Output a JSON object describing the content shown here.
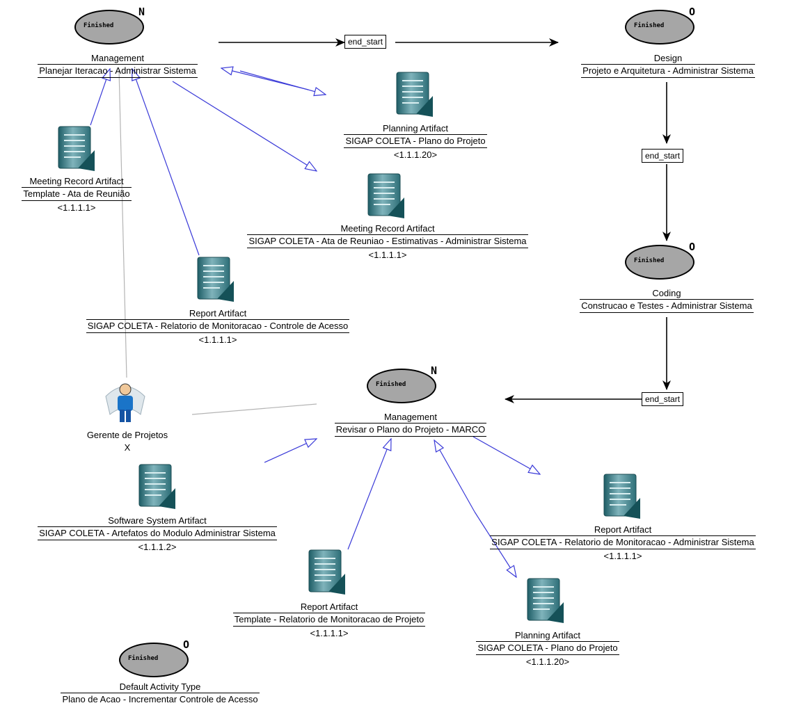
{
  "activities": [
    {
      "id": "a1",
      "status": "Finished",
      "flag": "N",
      "type": "Management",
      "name": "Planejar Iteracao - Administrar Sistema"
    },
    {
      "id": "a2",
      "status": "Finished",
      "flag": "O",
      "type": "Design",
      "name": "Projeto e Arquitetura - Administrar Sistema"
    },
    {
      "id": "a3",
      "status": "Finished",
      "flag": "O",
      "type": "Coding",
      "name": "Construcao e Testes - Administrar Sistema"
    },
    {
      "id": "a4",
      "status": "Finished",
      "flag": "N",
      "type": "Management",
      "name": "Revisar o Plano do Projeto - MARCO"
    },
    {
      "id": "a5",
      "status": "Finished",
      "flag": "O",
      "type": "Default Activity Type",
      "name": "Plano de Acao - Incrementar Controle de Acesso"
    }
  ],
  "artifacts": [
    {
      "id": "f1",
      "type": "Meeting Record Artifact",
      "name": "Template - Ata de Reunião",
      "version": "<1.1.1.1>"
    },
    {
      "id": "f2",
      "type": "Planning Artifact",
      "name": "SIGAP COLETA - Plano do Projeto",
      "version": "<1.1.1.20>"
    },
    {
      "id": "f3",
      "type": "Meeting Record Artifact",
      "name": "SIGAP COLETA - Ata de Reuniao - Estimativas - Administrar Sistema",
      "version": "<1.1.1.1>"
    },
    {
      "id": "f4",
      "type": "Report Artifact",
      "name": "SIGAP COLETA - Relatorio de Monitoracao - Controle de Acesso",
      "version": "<1.1.1.1>"
    },
    {
      "id": "f5",
      "type": "Software System Artifact",
      "name": "SIGAP COLETA - Artefatos do Modulo Administrar Sistema",
      "version": "<1.1.1.2>"
    },
    {
      "id": "f6",
      "type": "Report Artifact",
      "name": "Template - Relatorio de Monitoracao de Projeto",
      "version": "<1.1.1.1>"
    },
    {
      "id": "f7",
      "type": "Report Artifact",
      "name": "SIGAP COLETA - Relatorio de Monitoracao - Administrar Sistema",
      "version": "<1.1.1.1>"
    },
    {
      "id": "f8",
      "type": "Planning Artifact",
      "name": "SIGAP COLETA - Plano do Projeto",
      "version": "<1.1.1.20>"
    }
  ],
  "role": {
    "name": "Gerente de Projetos",
    "mark": "X"
  },
  "dependencies": [
    "end_start",
    "end_start",
    "end_start"
  ],
  "colors": {
    "flow": "#000000",
    "artifact_link": "#3a3ad8",
    "role_link": "#b4b4b4",
    "activity_fill": "#a6a6a6"
  }
}
